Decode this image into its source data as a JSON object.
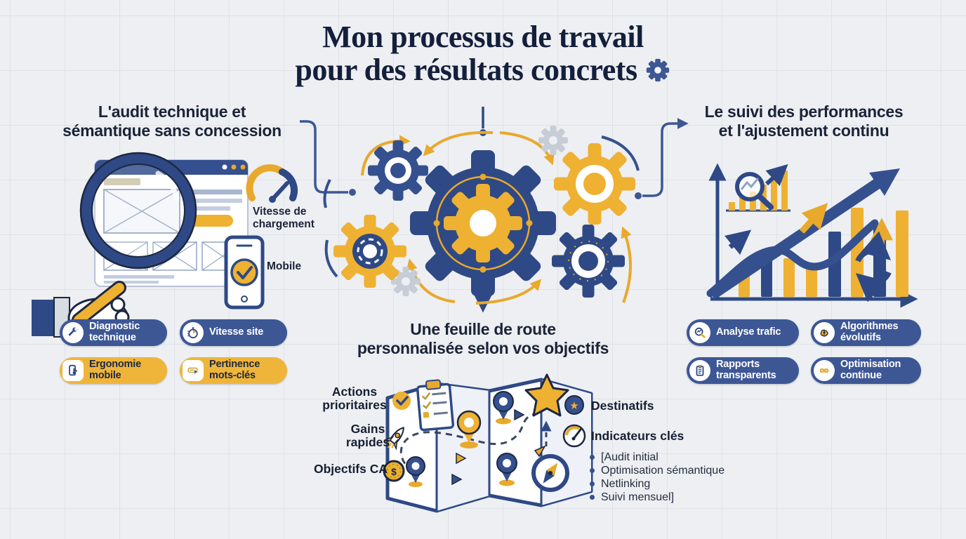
{
  "title": {
    "line1": "Mon processus de travail",
    "line2": "pour des résultats concrets",
    "icon": "gear-icon"
  },
  "colors": {
    "background": "#edeff2",
    "navy_text": "#1a2338",
    "blue": "#3d5795",
    "dark_blue": "#2e4985",
    "yellow": "#efb53a",
    "gray_gear": "#c7cdd7",
    "white": "#ffffff"
  },
  "audit": {
    "heading": {
      "line1": "L'audit technique et",
      "line2": "sémantique sans concession"
    },
    "callouts": {
      "speed": {
        "line1": "Vitesse de",
        "line2": "chargement",
        "icon": "speed-gauge-icon"
      },
      "mobile": {
        "label": "Mobile",
        "icon": "mobile-check-icon"
      }
    },
    "badges": [
      {
        "line1": "Diagnostic",
        "line2": "technique",
        "style": "blue",
        "icon": "wrench-icon"
      },
      {
        "line1": "Vitesse site",
        "line2": "",
        "style": "blue",
        "icon": "stopwatch-icon"
      },
      {
        "line1": "Ergonomie",
        "line2": "mobile",
        "style": "yellow",
        "icon": "mobile-touch-icon"
      },
      {
        "line1": "Pertinence",
        "line2": "mots-clés",
        "style": "yellow",
        "icon": "keyword-icon"
      }
    ]
  },
  "roadmap": {
    "heading": {
      "line1": "Une feuille de route",
      "line2": "personnalisée selon vos objectifs"
    },
    "left_labels": [
      {
        "line1": "Actions",
        "line2": "prioritaires",
        "icon": "check-circle-icon"
      },
      {
        "line1": "Gains",
        "line2": "rapides",
        "icon": "rocket-icon"
      },
      {
        "line1": "Objectifs CA",
        "line2": "",
        "icon": "coin-icon"
      }
    ],
    "right_labels": [
      {
        "label": "Destinatifs",
        "icon": "star-circle-icon"
      },
      {
        "label": "Indicateurs clés",
        "icon": "gauge-circle-icon"
      }
    ],
    "bullets": [
      "[Audit initial",
      "Optimisation sémantique",
      "Netlinking",
      "Suivi mensuel]"
    ]
  },
  "suivi": {
    "heading": {
      "line1": "Le suivi des performances",
      "line2": "et l'ajustement continu"
    },
    "badges": [
      {
        "line1": "Analyse trafic",
        "line2": "",
        "style": "blue",
        "icon": "magnifier-chart-icon"
      },
      {
        "line1": "Algorithmes",
        "line2": "évolutifs",
        "style": "blue",
        "icon": "brain-icon"
      },
      {
        "line1": "Rapports",
        "line2": "transparents",
        "style": "blue",
        "icon": "clipboard-icon"
      },
      {
        "line1": "Optimisation",
        "line2": "continue",
        "style": "blue",
        "icon": "infinity-icon"
      }
    ]
  }
}
